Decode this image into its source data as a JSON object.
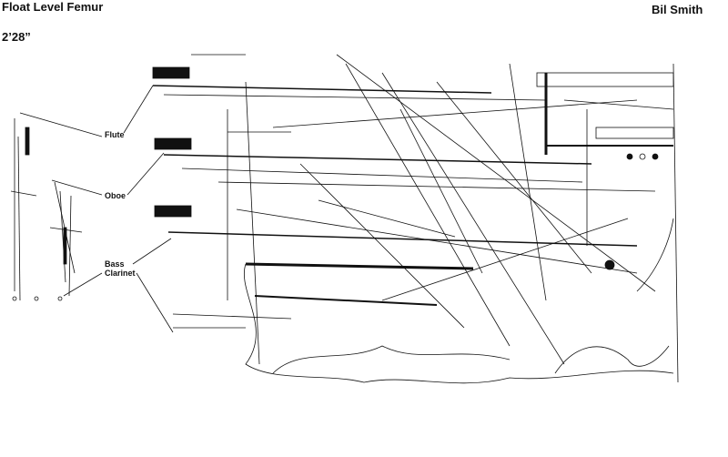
{
  "score": {
    "title": "Float Level Femur",
    "duration": "2’28”",
    "composer": "Bil Smith"
  },
  "instruments": {
    "flute": "Flute",
    "oboe": "Oboe",
    "bass_clarinet_line1": "Bass",
    "bass_clarinet_line2": "Clarinet"
  },
  "colors": {
    "ink": "#111111",
    "background": "#ffffff"
  }
}
